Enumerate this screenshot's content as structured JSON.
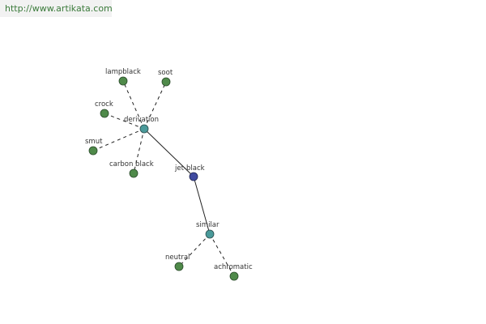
{
  "source": {
    "url_text": "http://www.artikata.com"
  },
  "colors": {
    "word_node": "#4f8a4a",
    "relation_node": "#4a9a9a",
    "center_node": "#3f4aa0",
    "edge": "#222222"
  },
  "graph": {
    "center": {
      "id": "jet-black",
      "label": "jet-black",
      "kind": "center"
    },
    "relations": [
      {
        "id": "derivation",
        "label": "derivation",
        "terms": [
          "lampblack",
          "soot",
          "crock",
          "smut",
          "carbon black"
        ]
      },
      {
        "id": "similar",
        "label": "similar",
        "terms": [
          "neutral",
          "achromatic"
        ]
      }
    ]
  }
}
